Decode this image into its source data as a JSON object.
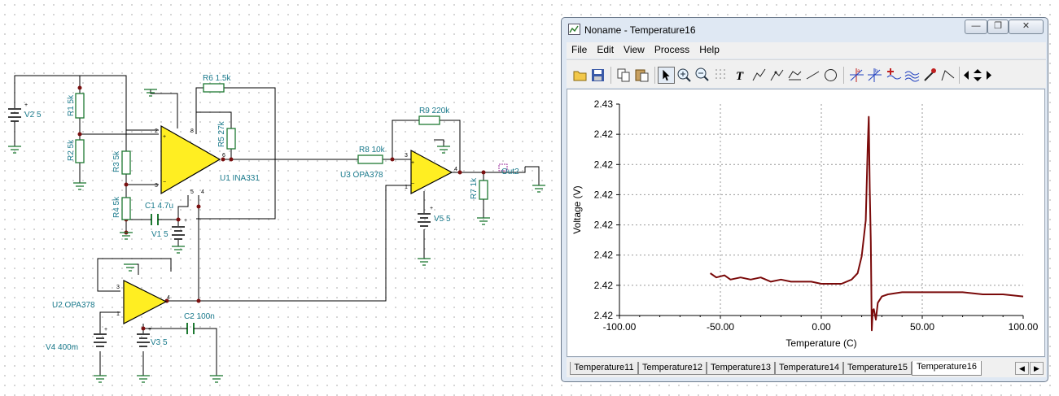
{
  "schematic": {
    "labels": {
      "v2": "V2 5",
      "r1": "R1 5k",
      "r2": "R2 5k",
      "r3": "R3 5k",
      "r4": "R4 5k",
      "r5": "R5 27k",
      "r6": "R6 1.5k",
      "r7": "R7 1k",
      "r8": "R8 10k",
      "r9": "R9 220k",
      "c1": "C1 4.7u",
      "c2": "C2 100n",
      "v1": "V1 5",
      "v3": "V3 5",
      "v4": "V4 400m",
      "v5": "V5 5",
      "u1": "U1 INA331",
      "u2": "U2 OPA378",
      "u3": "U3 OPA378",
      "out": "Out2"
    }
  },
  "window": {
    "title": "Noname - Temperature16",
    "menu": [
      "File",
      "Edit",
      "View",
      "Process",
      "Help"
    ],
    "tabs": [
      "Temperature11",
      "Temperature12",
      "Temperature13",
      "Temperature14",
      "Temperature15",
      "Temperature16"
    ],
    "active_tab": "Temperature16"
  },
  "chart_data": {
    "type": "line",
    "xlabel": "Temperature (C)",
    "ylabel": "Voltage (V)",
    "xlim": [
      -100,
      100
    ],
    "ylim": [
      2.42,
      2.43
    ],
    "x_ticks": [
      "-100.00",
      "-50.00",
      "0.00",
      "50.00",
      "100.00"
    ],
    "y_ticks": [
      "2.43",
      "2.42",
      "2.42",
      "2.42",
      "2.42",
      "2.42",
      "2.42",
      "2.42"
    ],
    "grid": true,
    "series_color": "#7a0a0a",
    "points": [
      [
        -55,
        2.422
      ],
      [
        -52,
        2.4218
      ],
      [
        -48,
        2.4219
      ],
      [
        -45,
        2.4217
      ],
      [
        -40,
        2.4218
      ],
      [
        -35,
        2.4217
      ],
      [
        -30,
        2.4218
      ],
      [
        -25,
        2.4216
      ],
      [
        -20,
        2.4217
      ],
      [
        -15,
        2.4216
      ],
      [
        -10,
        2.4216
      ],
      [
        -5,
        2.4216
      ],
      [
        0,
        2.4215
      ],
      [
        5,
        2.4215
      ],
      [
        10,
        2.4215
      ],
      [
        15,
        2.4217
      ],
      [
        18,
        2.422
      ],
      [
        20,
        2.4228
      ],
      [
        22,
        2.4245
      ],
      [
        23,
        2.428
      ],
      [
        23.5,
        2.4294
      ],
      [
        24,
        2.426
      ],
      [
        24.5,
        2.4235
      ],
      [
        25,
        2.4193
      ],
      [
        25.5,
        2.42025
      ],
      [
        26,
        2.4203
      ],
      [
        27,
        2.4198
      ],
      [
        28,
        2.4206
      ],
      [
        30,
        2.4209
      ],
      [
        33,
        2.421
      ],
      [
        40,
        2.4211
      ],
      [
        50,
        2.4211
      ],
      [
        60,
        2.4211
      ],
      [
        70,
        2.4211
      ],
      [
        80,
        2.421
      ],
      [
        90,
        2.421
      ],
      [
        100,
        2.4209
      ]
    ]
  }
}
